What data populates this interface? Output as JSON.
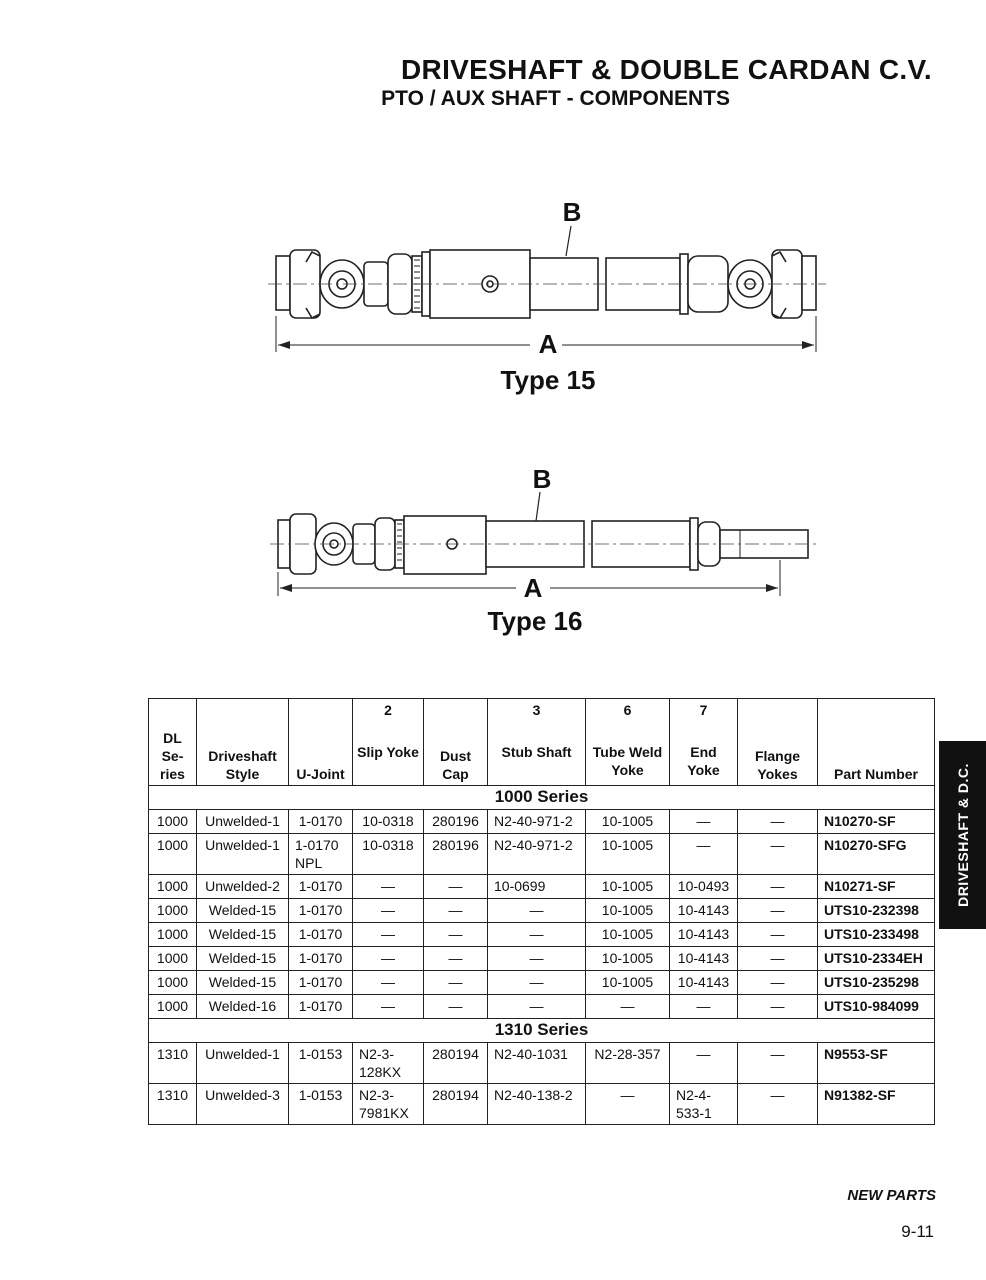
{
  "header": {
    "title": "DRIVESHAFT & DOUBLE CARDAN C.V.",
    "subtitle": "PTO / AUX SHAFT - COMPONENTS"
  },
  "drawings": [
    {
      "dimension_overall": "A",
      "dimension_tube": "B",
      "caption": "Type 15"
    },
    {
      "dimension_overall": "A",
      "dimension_tube": "B",
      "caption": "Type 16"
    }
  ],
  "table": {
    "columns": [
      {
        "num": "",
        "label": "DL Se- ries"
      },
      {
        "num": "",
        "label": "Driveshaft Style"
      },
      {
        "num": "",
        "label": "U-Joint"
      },
      {
        "num": "2",
        "label": "Slip Yoke"
      },
      {
        "num": "",
        "label": "Dust Cap"
      },
      {
        "num": "3",
        "label": "Stub Shaft"
      },
      {
        "num": "6",
        "label": "Tube Weld Yoke"
      },
      {
        "num": "7",
        "label": "End Yoke"
      },
      {
        "num": "",
        "label": "Flange Yokes"
      },
      {
        "num": "",
        "label": "Part Number"
      }
    ],
    "sections": [
      {
        "title": "1000 Series",
        "rows": [
          [
            "1000",
            "Unwelded-1",
            "1-0170",
            "10-0318",
            "280196",
            "N2-40-971-2",
            "10-1005",
            "—",
            "—",
            "N10270-SF"
          ],
          [
            "1000",
            "Unwelded-1",
            "1-0170 NPL",
            "10-0318",
            "280196",
            "N2-40-971-2",
            "10-1005",
            "—",
            "—",
            "N10270-SFG"
          ],
          [
            "1000",
            "Unwelded-2",
            "1-0170",
            "—",
            "—",
            "10-0699",
            "10-1005",
            "10-0493",
            "—",
            "N10271-SF"
          ],
          [
            "1000",
            "Welded-15",
            "1-0170",
            "—",
            "—",
            "—",
            "10-1005",
            "10-4143",
            "—",
            "UTS10-232398"
          ],
          [
            "1000",
            "Welded-15",
            "1-0170",
            "—",
            "—",
            "—",
            "10-1005",
            "10-4143",
            "—",
            "UTS10-233498"
          ],
          [
            "1000",
            "Welded-15",
            "1-0170",
            "—",
            "—",
            "—",
            "10-1005",
            "10-4143",
            "—",
            "UTS10-2334EH"
          ],
          [
            "1000",
            "Welded-15",
            "1-0170",
            "—",
            "—",
            "—",
            "10-1005",
            "10-4143",
            "—",
            "UTS10-235298"
          ],
          [
            "1000",
            "Welded-16",
            "1-0170",
            "—",
            "—",
            "—",
            "—",
            "—",
            "—",
            "UTS10-984099"
          ]
        ]
      },
      {
        "title": "1310 Series",
        "rows": [
          [
            "1310",
            "Unwelded-1",
            "1-0153",
            "N2-3- 128KX",
            "280194",
            "N2-40-1031",
            "N2-28-357",
            "—",
            "—",
            "N9553-SF"
          ],
          [
            "1310",
            "Unwelded-3",
            "1-0153",
            "N2-3- 7981KX",
            "280194",
            "N2-40-138-2",
            "—",
            "N2-4- 533-1",
            "—",
            "N91382-SF"
          ]
        ]
      }
    ]
  },
  "side_tab": "DRIVESHAFT & D.C.",
  "footer": {
    "note": "NEW PARTS",
    "page": "9-11"
  }
}
